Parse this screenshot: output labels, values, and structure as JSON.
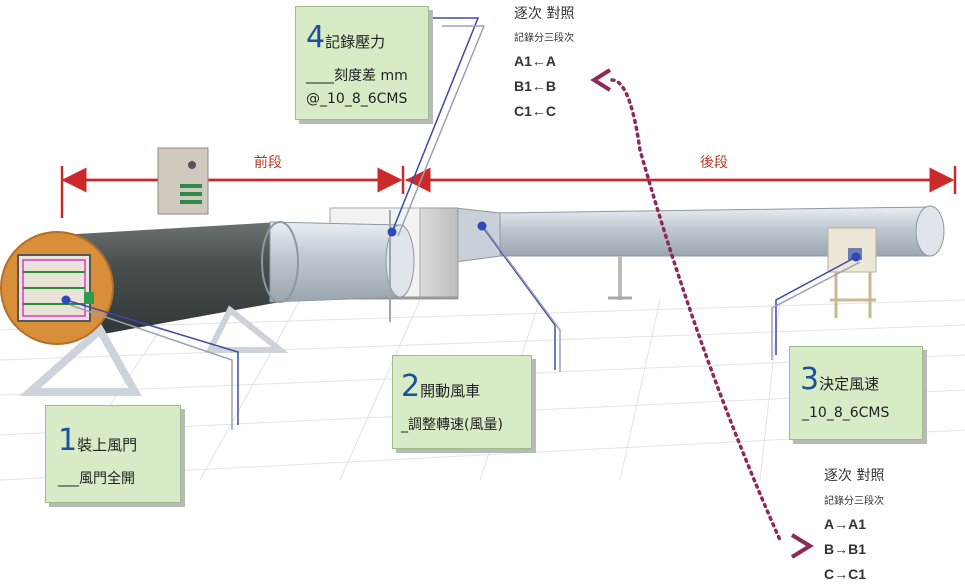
{
  "segments": {
    "front": "前段",
    "rear": "後段"
  },
  "callouts": [
    {
      "num": "1",
      "title": "裝上風門",
      "sub": "___風門全開"
    },
    {
      "num": "2",
      "title": "開動風車",
      "sub": "_調整轉速(風量)"
    },
    {
      "num": "3",
      "title": "決定風速",
      "sub": "_10_8_6CMS"
    },
    {
      "num": "4",
      "title": "記錄壓力",
      "sub1": "____刻度差 mm",
      "sub2": "@_10_8_6CMS"
    }
  ],
  "compare_top": {
    "title": "逐次 對照",
    "note": "記錄分三段次",
    "rows": [
      "A1←A",
      "B1←B",
      "C1←C"
    ]
  },
  "compare_bottom": {
    "title": "逐次 對照",
    "note": "記錄分三段次",
    "rows": [
      "A→A1",
      "B→B1",
      "C→C1"
    ]
  },
  "colors": {
    "dimension_line": "#cc2a2a",
    "callout_fill": "#d7ecc6",
    "dotted_arrow": "#8e2a5a",
    "leader_line": "#3b4aa5"
  }
}
